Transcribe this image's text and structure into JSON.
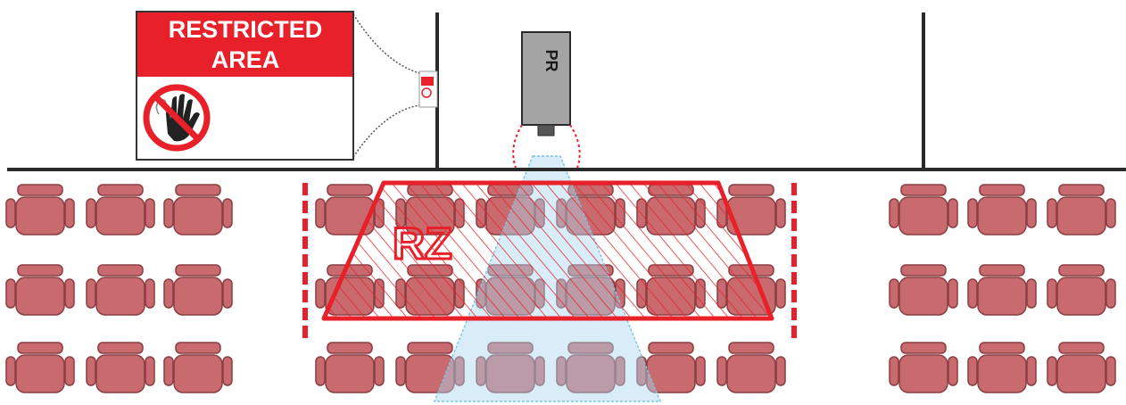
{
  "sign": {
    "line1": "RESTRICTED",
    "line2": "AREA",
    "icon": "no-hand-icon"
  },
  "projector": {
    "label": "PR"
  },
  "zone": {
    "label": "RZ"
  },
  "colors": {
    "red": "#e8202a",
    "seat": "#c86a6e",
    "seat_stroke": "#8a3e42",
    "wall": "#2a2a2a",
    "projector_body": "#a4a4a4",
    "beam": "#a9d8ee"
  }
}
